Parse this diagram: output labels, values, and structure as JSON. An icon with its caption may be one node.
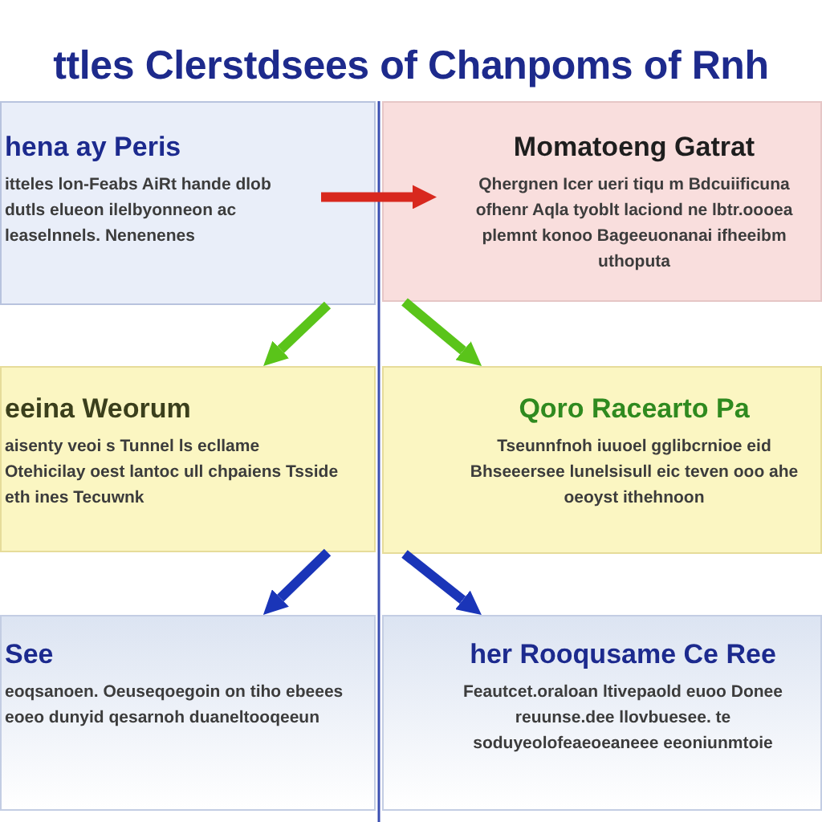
{
  "diagram": {
    "title": "ttles Clerstdsees of Chanpoms of Rnh",
    "nodes": [
      {
        "text": [
          "hena ay Peris",
          "itteles lon-Feabs AiRt hande dlob dutls elueon ilelbyonneon ac leaselnnels. Nenenenes"
        ]
      },
      {
        "text": [
          "Momatoeng Gatrat",
          "Qhergnen Icer ueri tiqu m Bdcuiificuna ofhenr Aqla tyoblt laciond ne lbtr.oooea plemnt konoo Bageeuonanai ifheeibm uthoputa"
        ]
      },
      {
        "text": [
          "eeina Weorum",
          "aisenty veoi s Tunnel ls ecllame Otehicilay oest lantoc ull chpaiens Tsside eth ines Tecuwnk"
        ]
      },
      {
        "text": [
          "Qoro Racearto Pa",
          "Tseunnfnoh iuuoel gglibcrnioe eid Bhseeersee lunelsisull eic teven ooo ahe oeoyst ithehnoon"
        ]
      },
      {
        "text": [
          "See",
          "eoqsanoen. Oeuseqoegoin on tiho ebeees eoeo dunyid qesarnoh duaneltooqeeun"
        ]
      },
      {
        "text": [
          "her Rooqusame Ce Ree",
          "Feautcet.oraloan ltivepaold euoo Donee reuunse.dee llovbuesee. te soduyeolofeaeoeaneee eeoniunmtoie"
        ]
      }
    ],
    "edges": [
      {
        "from": 0,
        "to": 1,
        "arrow": "to",
        "color": "#d8281e"
      },
      {
        "from": 0,
        "to": 2,
        "arrow": "to",
        "color": "#5ac41a"
      },
      {
        "from": 1,
        "to": 3,
        "arrow": "to",
        "color": "#5ac41a"
      },
      {
        "from": 2,
        "to": 4,
        "arrow": "to",
        "color": "#1a35b8"
      },
      {
        "from": 3,
        "to": 5,
        "arrow": "to",
        "color": "#1a35b8"
      }
    ]
  }
}
